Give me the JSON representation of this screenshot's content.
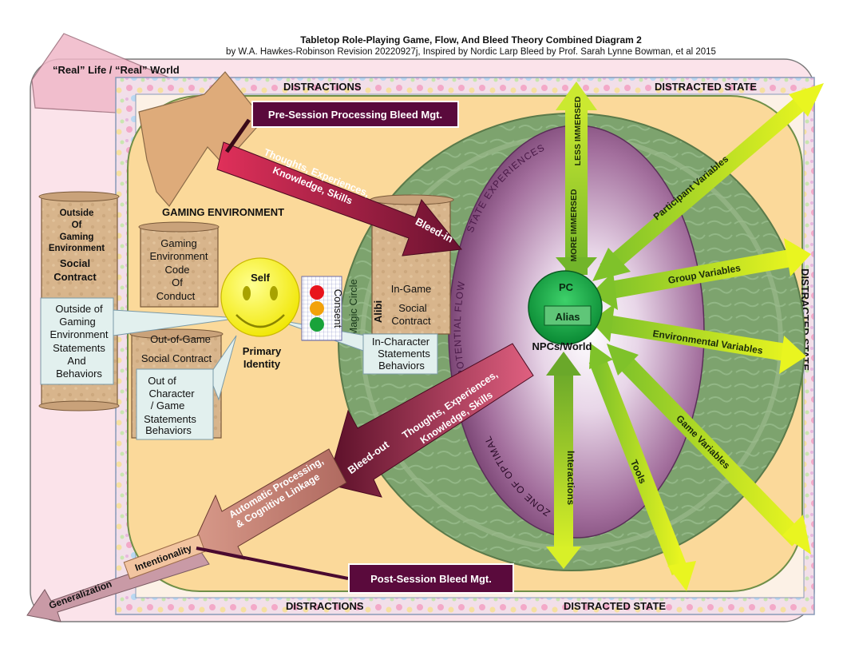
{
  "header": {
    "title": "Tabletop Role-Playing Game, Flow, And Bleed Theory Combined Diagram 2",
    "subtitle": "by W.A. Hawkes-Robinson Revision 20220927j, Inspired by Nordic Larp Bleed by Prof. Sarah Lynne Bowman, et al 2015"
  },
  "regions": {
    "real_world": "“Real” Life / “Real” World",
    "gaming_environment": "GAMING ENVIRONMENT",
    "magic_circle": "Magic Circle"
  },
  "borders": {
    "distractions_top": "DISTRACTIONS",
    "distractions_bottom": "DISTRACTIONS",
    "distracted_state_top": "DISTRACTED STATE",
    "distracted_state_right": "DISTRACTED STATE",
    "distracted_state_bottom": "DISTRACTED STATE"
  },
  "scrolls": {
    "outside_contract": [
      "Outside",
      "Of",
      "Gaming",
      "Environment",
      "Social",
      "Contract"
    ],
    "code_of_conduct": [
      "Gaming",
      "Environment",
      "Code",
      "Of",
      "Conduct"
    ],
    "out_of_game_contract": [
      "Out-of-Game",
      "Social Contract"
    ],
    "in_game_contract": [
      "In-Game",
      "Social",
      "Contract"
    ]
  },
  "boxes": {
    "outside_statements": [
      "Outside of",
      "Gaming",
      "Environment",
      "Statements",
      "And",
      "Behaviors"
    ],
    "ooc_statements": [
      "Out of",
      "Character",
      "/ Game",
      "Statements",
      "Behaviors"
    ],
    "ic_statements": [
      "In-Character",
      "Statements",
      "Behaviors"
    ]
  },
  "self": {
    "label": "Self",
    "identity": [
      "Primary",
      "Identity"
    ],
    "consent": "Consent",
    "alibi": "Alibi"
  },
  "flow": {
    "state_experiences": "STATE EXPERIENCES",
    "potential_flow": "POTENTIAL  FLOW",
    "zone_optimal": "ZONE OF OPTIMAL",
    "less_immersed": "LESS IMMERSED",
    "more_immersed": "MORE IMMERSED",
    "pc": "PC",
    "alias": "Alias",
    "npcs": "NPCs/World"
  },
  "bleed": {
    "pre_session": "Pre-Session Processing Bleed Mgt.",
    "post_session": "Post-Session Bleed Mgt.",
    "in_text": [
      "Thoughts, Experiences,",
      "Knowledge, Skills"
    ],
    "bleed_in": "Bleed-in",
    "out_text": [
      "Thoughts, Experiences,",
      "Knowledge, Skills"
    ],
    "bleed_out": "Bleed-out",
    "auto_processing": [
      "Automatic Processing,",
      "& Cognitive Linkage"
    ],
    "intentionality": "Intentionality",
    "generalization": "Generalization"
  },
  "variables": {
    "participant": "Participant Variables",
    "group": "Group Variables",
    "environmental": "Environmental Variables",
    "game": "Game Variables",
    "tools": "Tools",
    "interactions": "Interactions"
  },
  "colors": {
    "consent_lights": [
      "#e8141c",
      "#f2a20b",
      "#19a33a"
    ],
    "bleed_dark": "#7a1530",
    "bleed_bright": "#e03060",
    "variable_arrow": "#aadc2a",
    "label_box": "#5a0a3c"
  }
}
